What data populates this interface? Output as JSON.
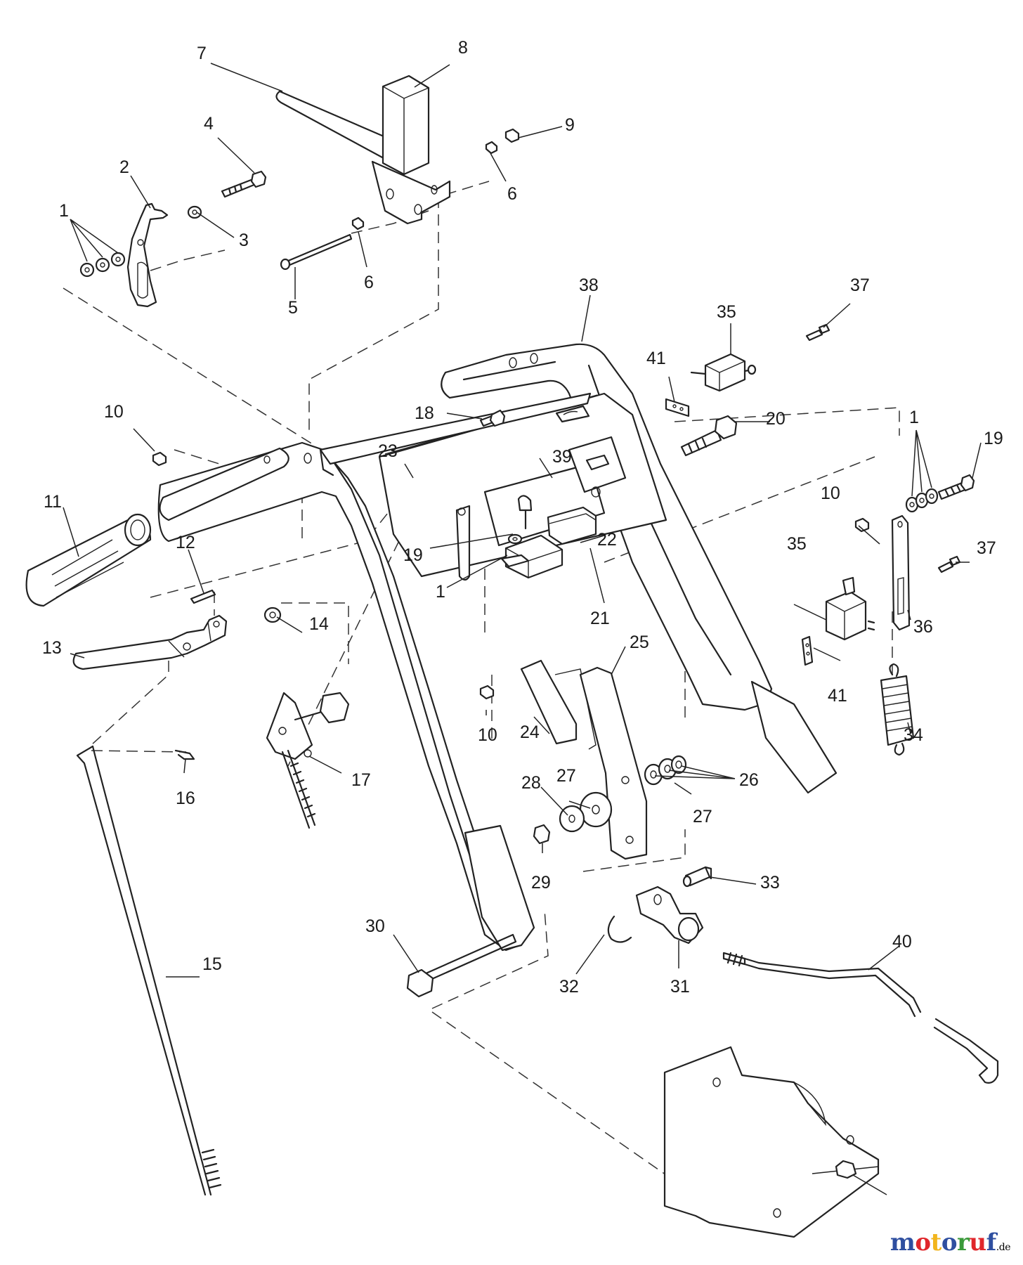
{
  "diagram": {
    "callouts": [
      {
        "id": "c1a",
        "label": "1"
      },
      {
        "id": "c2",
        "label": "2"
      },
      {
        "id": "c3",
        "label": "3"
      },
      {
        "id": "c4",
        "label": "4"
      },
      {
        "id": "c5",
        "label": "5"
      },
      {
        "id": "c6a",
        "label": "6"
      },
      {
        "id": "c6b",
        "label": "6"
      },
      {
        "id": "c7",
        "label": "7"
      },
      {
        "id": "c8",
        "label": "8"
      },
      {
        "id": "c9",
        "label": "9"
      },
      {
        "id": "c10a",
        "label": "10"
      },
      {
        "id": "c10b",
        "label": "10"
      },
      {
        "id": "c10c",
        "label": "10"
      },
      {
        "id": "c11",
        "label": "11"
      },
      {
        "id": "c12",
        "label": "12"
      },
      {
        "id": "c13",
        "label": "13"
      },
      {
        "id": "c14",
        "label": "14"
      },
      {
        "id": "c15",
        "label": "15"
      },
      {
        "id": "c16",
        "label": "16"
      },
      {
        "id": "c17",
        "label": "17"
      },
      {
        "id": "c18",
        "label": "18"
      },
      {
        "id": "c19a",
        "label": "19"
      },
      {
        "id": "c19b",
        "label": "19"
      },
      {
        "id": "c1b",
        "label": "1"
      },
      {
        "id": "c1c",
        "label": "1"
      },
      {
        "id": "c20",
        "label": "20"
      },
      {
        "id": "c21",
        "label": "21"
      },
      {
        "id": "c22",
        "label": "22"
      },
      {
        "id": "c23",
        "label": "23"
      },
      {
        "id": "c24",
        "label": "24"
      },
      {
        "id": "c25",
        "label": "25"
      },
      {
        "id": "c26",
        "label": "26"
      },
      {
        "id": "c27a",
        "label": "27"
      },
      {
        "id": "c27b",
        "label": "27"
      },
      {
        "id": "c28",
        "label": "28"
      },
      {
        "id": "c29",
        "label": "29"
      },
      {
        "id": "c30",
        "label": "30"
      },
      {
        "id": "c31",
        "label": "31"
      },
      {
        "id": "c32",
        "label": "32"
      },
      {
        "id": "c33",
        "label": "33"
      },
      {
        "id": "c34",
        "label": "34"
      },
      {
        "id": "c35a",
        "label": "35"
      },
      {
        "id": "c35b",
        "label": "35"
      },
      {
        "id": "c36",
        "label": "36"
      },
      {
        "id": "c37a",
        "label": "37"
      },
      {
        "id": "c37b",
        "label": "37"
      },
      {
        "id": "c38",
        "label": "38"
      },
      {
        "id": "c39",
        "label": "39"
      },
      {
        "id": "c40",
        "label": "40"
      },
      {
        "id": "c41a",
        "label": "41"
      },
      {
        "id": "c41b",
        "label": "41"
      }
    ]
  },
  "logo": {
    "letters": [
      "m",
      "o",
      "t",
      "o",
      "r",
      "u",
      "f"
    ],
    "suffix": ".de",
    "colors": [
      "#2f4fa0",
      "#e0262b",
      "#f2b51d",
      "#2f4fa0",
      "#3a9a3a",
      "#e0262b",
      "#2f4fa0"
    ]
  }
}
